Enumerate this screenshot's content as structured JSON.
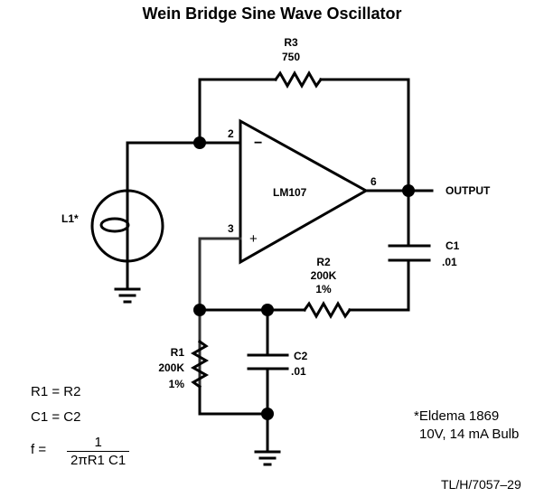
{
  "title": "Wein Bridge Sine Wave Oscillator",
  "components": {
    "R3": {
      "name": "R3",
      "value": "750"
    },
    "R2": {
      "name": "R2",
      "value": "200K",
      "tolerance": "1%"
    },
    "R1": {
      "name": "R1",
      "value": "200K",
      "tolerance": "1%"
    },
    "C1": {
      "name": "C1",
      "value": ".01"
    },
    "C2": {
      "name": "C2",
      "value": ".01"
    },
    "L1": {
      "name": "L1*"
    },
    "opamp": {
      "name": "LM107",
      "pin_inverting": "2",
      "pin_noninverting": "3",
      "pin_output": "6",
      "sign_inverting": "−",
      "sign_noninverting": "+"
    }
  },
  "output_label": "OUTPUT",
  "equations": {
    "eq1": "R1 = R2",
    "eq2": "C1 = C2",
    "f_lhs": "f =",
    "f_numerator": "1",
    "f_denominator": "2πR1 C1"
  },
  "footnote": {
    "line1": "*Eldema 1869",
    "line2": "10V, 14 mA Bulb"
  },
  "figure_id": "TL/H/7057–29"
}
